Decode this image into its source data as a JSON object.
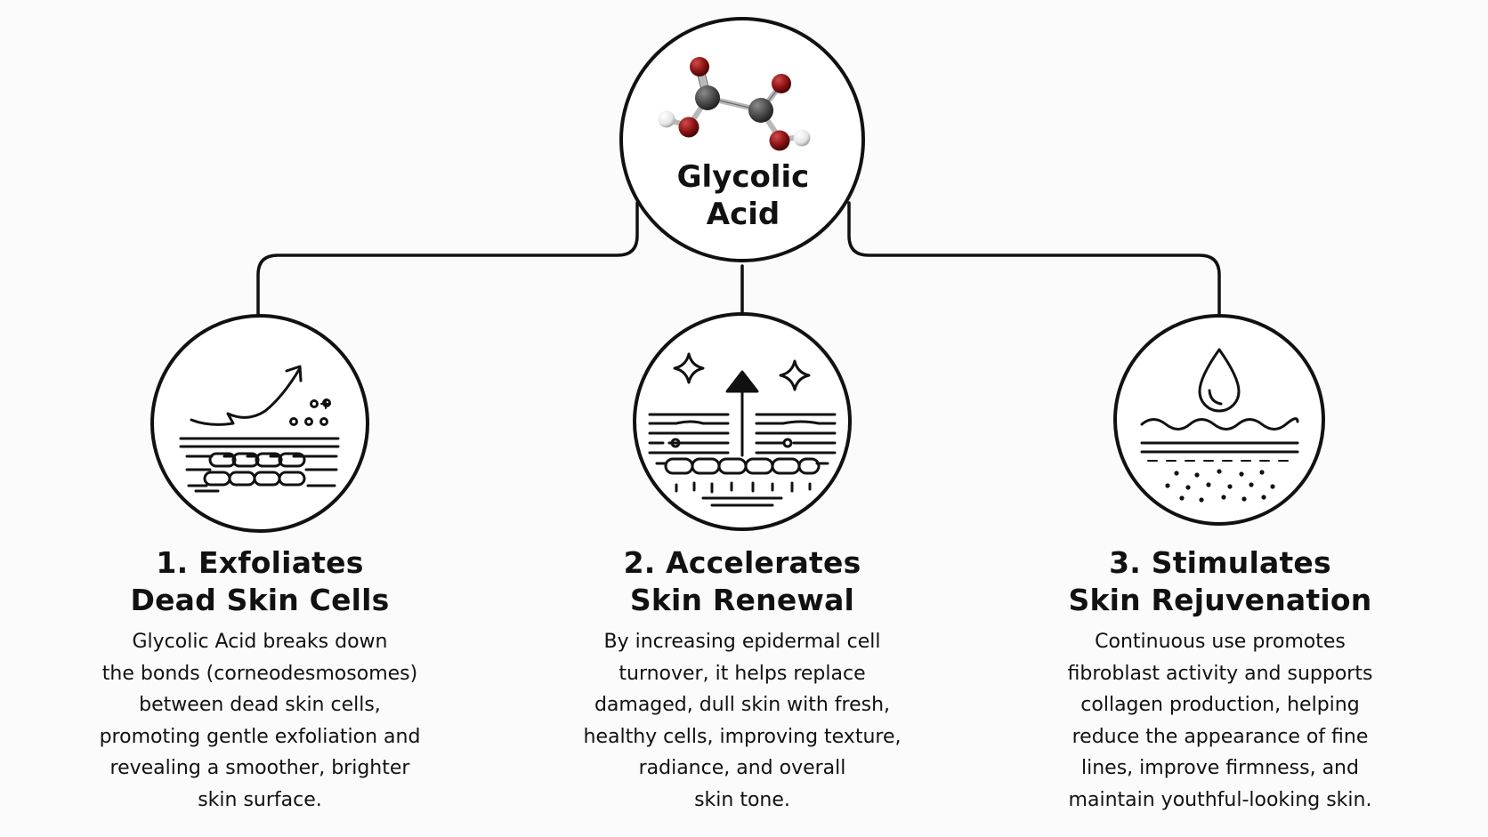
{
  "center": {
    "title_line1": "Glycolic",
    "title_line2": "Acid",
    "icon": "glycolic-acid-molecule-icon"
  },
  "benefits": [
    {
      "title_line1": "1. Exfoliates",
      "title_line2": "Dead Skin Cells",
      "body_lines": [
        "Glycolic Acid breaks down",
        "the bonds (corneodesmosomes)",
        "between dead skin cells,",
        "promoting gentle exfoliation and",
        "revealing a smoother, brighter",
        "skin surface."
      ],
      "icon": "exfoliation-icon"
    },
    {
      "title_line1": "2. Accelerates",
      "title_line2": "Skin Renewal",
      "body_lines": [
        "By increasing epidermal cell",
        "turnover, it helps replace",
        "damaged, dull skin with fresh,",
        "healthy cells, improving texture,",
        "radiance, and overall",
        "skin tone."
      ],
      "icon": "skin-renewal-icon"
    },
    {
      "title_line1": "3. Stimulates",
      "title_line2": "Skin Rejuvenation",
      "body_lines": [
        "Continuous use promotes",
        "fibroblast activity and supports",
        "collagen production, helping",
        "reduce the appearance of fine",
        "lines, improve firmness, and",
        "maintain youthful-looking skin."
      ],
      "icon": "skin-rejuvenation-icon"
    }
  ],
  "colors": {
    "line": "#111111",
    "background": "#fbfbfb",
    "oxygen": "#8b1414",
    "carbon": "#4a4a4a",
    "hydrogen": "#e6e6e6"
  }
}
